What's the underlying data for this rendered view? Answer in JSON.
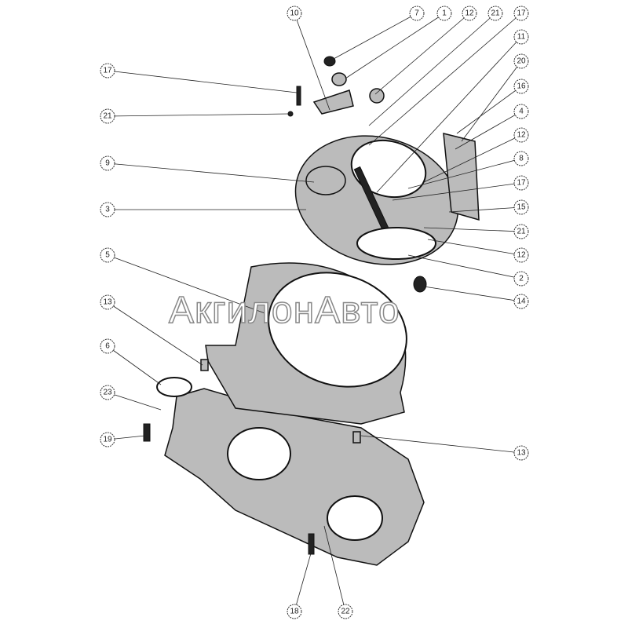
{
  "title": "Clutch housing assembly exploded view",
  "watermark": "АкгилонАвто",
  "callouts": [
    "10",
    "7",
    "1",
    "12",
    "21",
    "17",
    "11",
    "20",
    "16",
    "4",
    "12",
    "8",
    "17",
    "15",
    "21",
    "12",
    "2",
    "14",
    "13",
    "17",
    "21",
    "9",
    "3",
    "5",
    "13",
    "6",
    "23",
    "19",
    "18",
    "22"
  ]
}
